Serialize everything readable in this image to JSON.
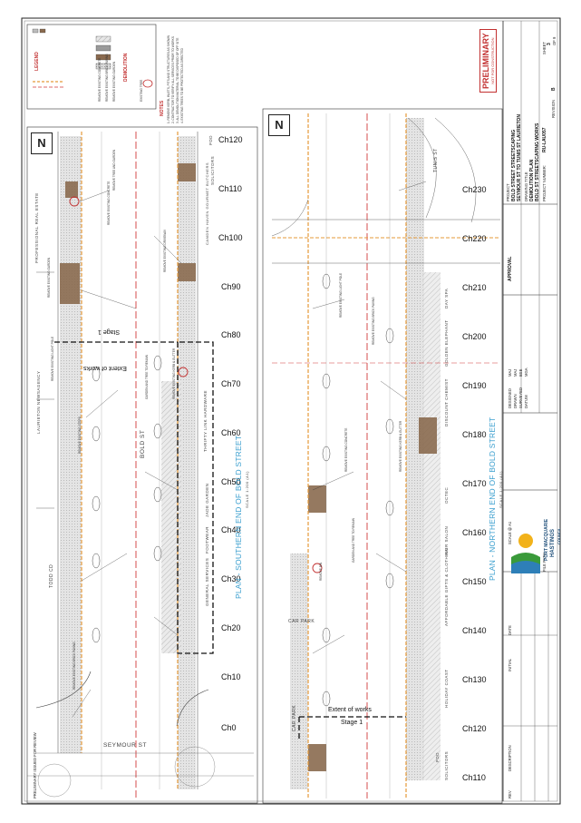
{
  "sheet": {
    "plan_left_title": "PLAN - SOUTHERN END OF BOLD STREET",
    "plan_left_scale": "SCALE 1:200 (A1)",
    "plan_right_title": "PLAN - NORTHERN END OF BOLD STREET",
    "plan_right_scale": "SCALE 1:200 (A1)",
    "north_glyph": "N"
  },
  "chainage_left": [
    "Ch0",
    "Ch10",
    "Ch20",
    "Ch30",
    "Ch40",
    "Ch50",
    "Ch60",
    "Ch70",
    "Ch80",
    "Ch90",
    "Ch100",
    "Ch110",
    "Ch120"
  ],
  "chainage_right": [
    "Ch110",
    "Ch120",
    "Ch130",
    "Ch140",
    "Ch150",
    "Ch160",
    "Ch170",
    "Ch180",
    "Ch190",
    "Ch200",
    "Ch210",
    "Ch220",
    "Ch230"
  ],
  "streets": {
    "seymour": "SEYMOUR ST",
    "bold": "BOLD ST",
    "tunis": "TUNIS ST",
    "todd": "TODD CD",
    "car_park": "CAR PARK",
    "car_park2": "CAR PARK"
  },
  "shops_left": [
    "PROFESSIONAL REAL ESTATE",
    "LAURIETON NEWSAGENCY",
    "THRIFTY LINK HARDWARE",
    "JADE GARDEN",
    "FOOTWEAR",
    "GENERAL SERVICES",
    "CAMDEN HAVEN GOURMET BUTCHERS",
    "SOLICITORS",
    "PDD"
  ],
  "shops_right": [
    "GOLDEN ELEPHANT",
    "DISCOUNT CHEMIST",
    "OCTEC",
    "HAIR SALON",
    "AFFORDABLE GIFTS & CLOTHING",
    "HOLIDAY COAST",
    "SOLICITORS",
    "PDD",
    "DAY SPA"
  ],
  "extent": {
    "left_line1": "Extent of works",
    "left_line2": "Stage 1",
    "right_line1": "Extent of works",
    "right_line2": "Stage 1"
  },
  "annotations": {
    "a1": "REMOVE EXISTING CONCRETE",
    "a2": "REMOVE EXISTING GARDEN",
    "a3": "REMOVE TREE AND GARDEN",
    "a4": "REMOVE EXISTING DRIVEWAY",
    "a5": "REMOVE EXISTING LIGHT POLE",
    "a6": "REMOVE EXISTING BRICK PAVING",
    "a7": "GARDEN AND TREE TO REMAIN",
    "a8": "REMOVE EXISTING KERB & GUTTER",
    "a9": "REMOVE EXISTING STEPS",
    "a10": "REMOVE BIN"
  },
  "legend": {
    "title": "LEGEND",
    "subtitle": "DEMOLITION",
    "items": [
      "REMOVE EXISTING CONCRETE",
      "REMOVE EXISTING BRICK PAVING",
      "REMOVE EXISTING GARDEN",
      "EXISTING TREE"
    ]
  },
  "notes": {
    "title": "NOTES",
    "lines": [
      "1. REMOVE KERB, INLETS, PITS AND STRUCTURES AS SHOWN",
      "2. CONTRACTOR TO VERIFY ALL SERVICES PRIOR TO WORKS",
      "3. ALL DEMOLITION MATERIAL TO BE DISPOSED OF OFF SITE",
      "4. EXISTING TREES TO BE PROTECTED AS DIRECTED"
    ]
  },
  "preliminary": {
    "label": "PRELIMINARY",
    "sub": "NOT FOR CONSTRUCTION"
  },
  "titleblock": {
    "project_label": "PROJECT",
    "project1": "BOLD STREET STREETSCAPING",
    "project2": "SEYMOUR ST TO TUNIS ST LAURIETON",
    "drawing_label": "DRAWING TITLE",
    "drawing1": "DEMOLITION PLAN",
    "drawing2": "BOLD ST STREETSCAPING WORKS",
    "sheet_label": "SHEET",
    "sheet_no": "3",
    "sheet_of": "OF 9",
    "project_no_label": "PROJECT NUMBER:",
    "project_no": "RU-LAU057",
    "revision_label": "REVISION",
    "revision": "B",
    "approval": "APPROVAL",
    "designed": "DESIGNED",
    "designed_val": "MAJ",
    "drawn": "DRAWN",
    "drawn_val": "MAJ",
    "surveyed": "SURVEYED",
    "surveyed_val": "BSE",
    "datum": "DATUM",
    "datum_val": "MGA",
    "scale_label": "SCALE @ A1",
    "file_path": "FILE PATH:",
    "council1": "PORT MACQUARIE",
    "council2": "HASTINGS",
    "council3": "COUNCIL",
    "rev": "REV",
    "description": "DESCRIPTION",
    "initial": "INITIAL",
    "date": "DATE",
    "rev_row": "PRELIMINARY ISSUED FOR REVIEW"
  },
  "colors": {
    "brick": "#8a6a4f",
    "concrete": "#bdbdbd",
    "kerb_orange": "#e59a3a",
    "property_red": "#d23a3a",
    "title_blue": "#3b9fcf",
    "prelim_red": "#c23030"
  }
}
